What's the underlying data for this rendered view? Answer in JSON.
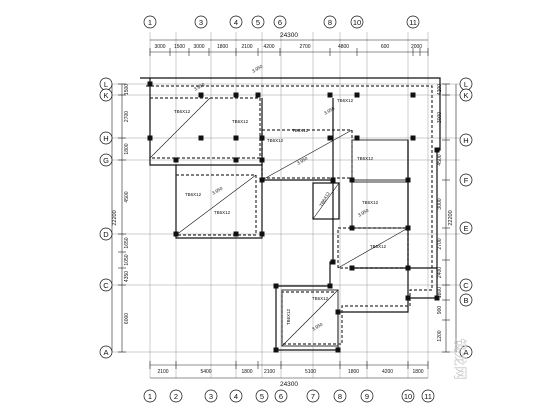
{
  "plan": {
    "top_axes": [
      "1",
      "3",
      "4",
      "5",
      "6",
      "8",
      "10",
      "11"
    ],
    "top_total": "24300",
    "top_dims": [
      "3000",
      "1500",
      "3000",
      "1800",
      "2100",
      "4200",
      "2700",
      "4800",
      "600",
      "2000"
    ],
    "bottom_axes": [
      "1",
      "2",
      "3",
      "4",
      "5",
      "6",
      "7",
      "8",
      "9",
      "10",
      "11"
    ],
    "bottom_total": "24300",
    "bottom_dims": [
      "2100",
      "5400",
      "1800",
      "2100",
      "5100",
      "1800",
      "4200",
      "1800"
    ],
    "left_axes": [
      "L",
      "K",
      "H",
      "G",
      "D",
      "C",
      "A"
    ],
    "left_dims": [
      "1500",
      "2700",
      "1800",
      "4500",
      "1650",
      "1050",
      "4350",
      "6000"
    ],
    "left_total": "22200",
    "right_axes": [
      "L",
      "K",
      "H",
      "F",
      "E",
      "C",
      "B",
      "A"
    ],
    "right_dims": [
      "4200",
      "3000",
      "4500",
      "3000",
      "2700",
      "2400",
      "1800",
      "900",
      "1200"
    ],
    "right_total": "22200",
    "beam_labels": [
      "TB6X12",
      "TB6X12",
      "TB6X12",
      "TB6X12",
      "TB6X12",
      "TB6X12",
      "TB6X12",
      "TB6X12",
      "TB6X12",
      "TB6X12",
      "TB6X12",
      "TB6X12",
      "TB6X12"
    ],
    "slab_tags": [
      "3.950",
      "3.950",
      "3.950",
      "3.950",
      "3.950",
      "3.950",
      "3.950"
    ],
    "watermark": "筑龙网"
  }
}
